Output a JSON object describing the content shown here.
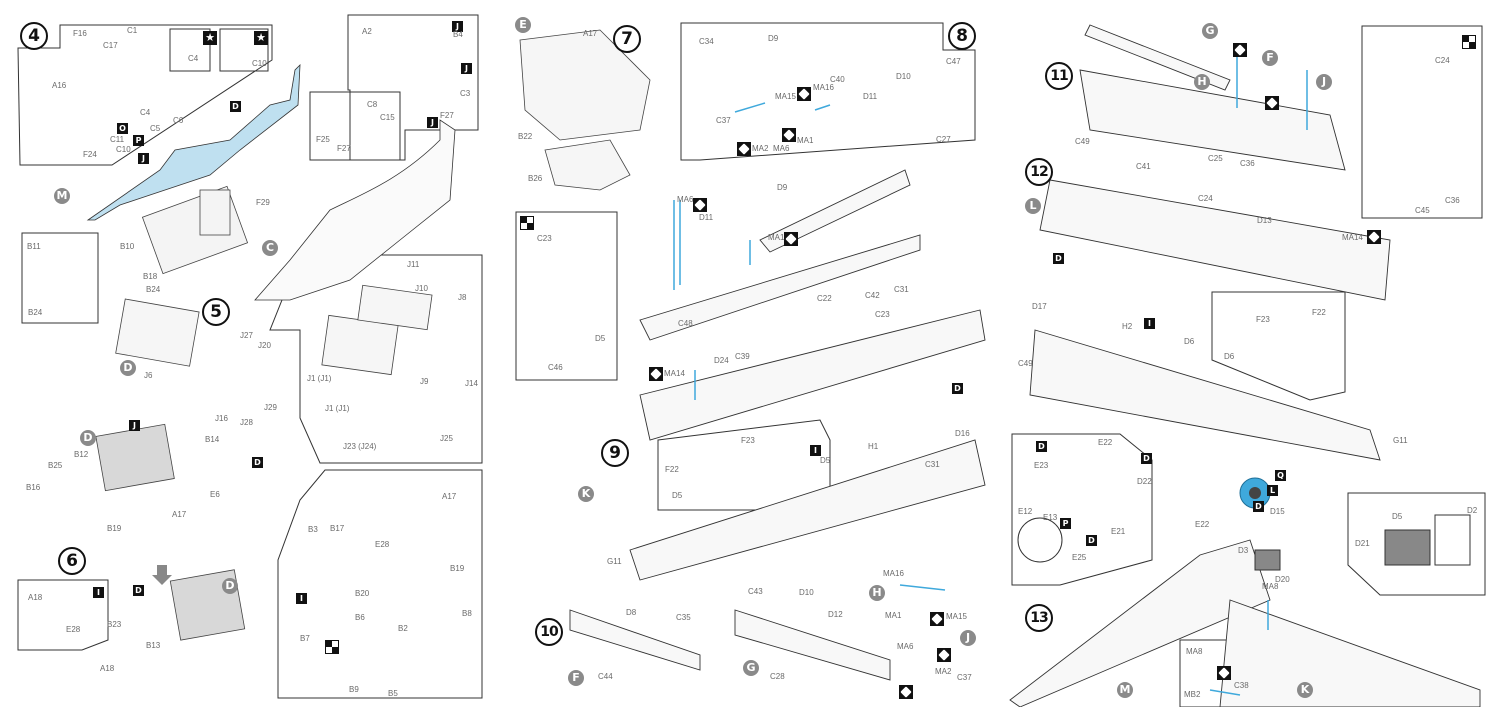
{
  "sheet": {
    "type": "Model kit assembly instructions",
    "accent_color": "#3fa9dc",
    "highlight_fill": "#bfe0f0",
    "steps": [
      {
        "number": "4",
        "labels": [
          "F16",
          "C1",
          "C17",
          "A16",
          "C4",
          "C5",
          "C6",
          "C11",
          "C10",
          "F24",
          "A2",
          "B4",
          "C3",
          "C8",
          "C15",
          "F25",
          "F27",
          "F29"
        ]
      },
      {
        "number": "5",
        "labels": [
          "B11",
          "B10",
          "B18",
          "B24",
          "J6",
          "J27",
          "J20",
          "J29",
          "J28",
          "J16",
          "J11",
          "J10",
          "J8",
          "J1 (J1)",
          "J9",
          "J14",
          "J25",
          "J23 (J24)"
        ]
      },
      {
        "number": "6",
        "labels": [
          "B25",
          "B12",
          "B14",
          "B16",
          "E6",
          "B19",
          "A17",
          "A18",
          "E28",
          "B23",
          "B13",
          "B3",
          "B17",
          "B20",
          "B6",
          "B7",
          "B2",
          "B8",
          "B9",
          "B5"
        ]
      },
      {
        "number": "7",
        "labels": [
          "A17",
          "B22",
          "B26"
        ]
      },
      {
        "number": "8",
        "labels": [
          "C34",
          "D9",
          "C40",
          "C37",
          "MA2",
          "MA6",
          "MA15",
          "MA16",
          "MA1",
          "D10",
          "C47",
          "D11",
          "C27"
        ]
      },
      {
        "number": "9",
        "labels": [
          "MA6",
          "D11",
          "MA1",
          "D9",
          "C22",
          "C42",
          "C31",
          "C48",
          "C23",
          "D5",
          "C46",
          "MA14",
          "D24",
          "C39",
          "D16",
          "H1",
          "F23",
          "F22",
          "G11"
        ]
      },
      {
        "number": "10",
        "labels": [
          "D8",
          "C35",
          "C44",
          "C43",
          "D10",
          "D12",
          "C28",
          "MA16",
          "MA1",
          "MA15",
          "MA6",
          "MA2",
          "C37"
        ]
      },
      {
        "number": "11",
        "labels": [
          "C49",
          "C41",
          "C25",
          "C36"
        ]
      },
      {
        "number": "12",
        "labels": [
          "C24",
          "D13",
          "MA14",
          "D17",
          "H2",
          "D6",
          "F23",
          "F22",
          "C45",
          "C36",
          "C49",
          "G11"
        ]
      },
      {
        "number": "13",
        "labels": [
          "E22",
          "E23",
          "D22",
          "E12",
          "E13",
          "E21",
          "E25",
          "D15",
          "D3",
          "D2",
          "D5",
          "D21",
          "MA8",
          "D20",
          "MB2",
          "C38"
        ]
      }
    ],
    "part_letters": [
      "M",
      "C",
      "D",
      "D",
      "D",
      "E",
      "K",
      "F",
      "G",
      "H",
      "J",
      "G",
      "F",
      "H",
      "J",
      "L",
      "M",
      "K"
    ],
    "tree_badges": [
      "J",
      "D",
      "O",
      "P",
      "I",
      "Q",
      "L"
    ]
  }
}
